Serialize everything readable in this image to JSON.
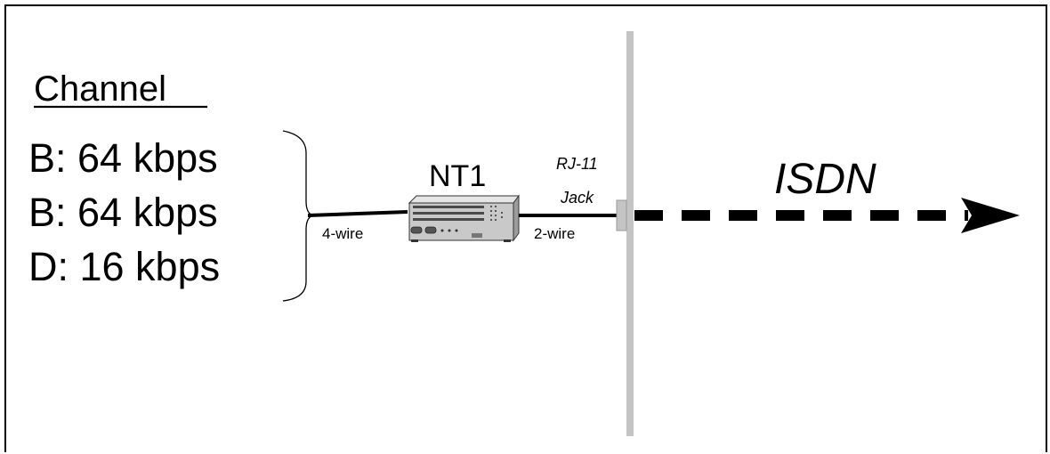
{
  "heading": "Channel",
  "channels": [
    {
      "label": "B: 64 kbps"
    },
    {
      "label": "B: 64 kbps"
    },
    {
      "label": "D: 16 kbps"
    }
  ],
  "device": {
    "label": "NT1",
    "icon": "nt1-device-icon"
  },
  "links": {
    "left_wire": "4-wire",
    "right_wire": "2-wire"
  },
  "jack": {
    "line1": "RJ-11",
    "line2": "Jack"
  },
  "network": {
    "label": "ISDN"
  },
  "colors": {
    "frame": "#000000",
    "boundary": "#c4c4c4",
    "device_body": "#c9c9c9",
    "wire": "#000000"
  }
}
